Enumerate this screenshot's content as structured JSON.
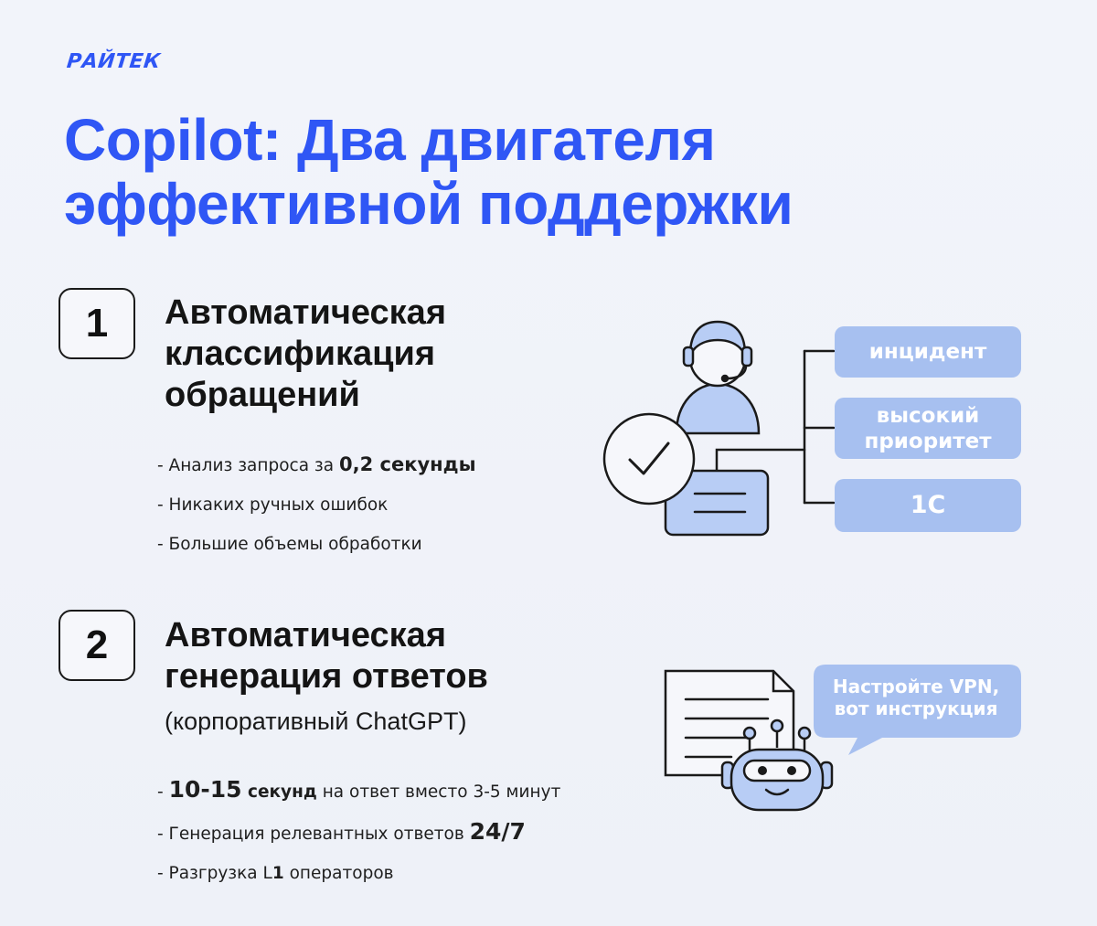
{
  "brand": {
    "logo": "РАЙТЕК"
  },
  "title": {
    "line1": "Copilot: Два двигателя",
    "line2": "эффективной поддержки"
  },
  "section1": {
    "number": "1",
    "heading": [
      "Автоматическая",
      "классификация",
      "обращений"
    ],
    "bullets": [
      {
        "prefix": "- Анализ запроса за ",
        "strong": "0,2 секунды",
        "suffix": ""
      },
      {
        "prefix": "- Никаких ручных ошибок",
        "strong": "",
        "suffix": ""
      },
      {
        "prefix": "- Большие объемы обработки",
        "strong": "",
        "suffix": ""
      }
    ],
    "tags": [
      {
        "lines": [
          "инцидент"
        ]
      },
      {
        "lines": [
          "высокий",
          "приоритет"
        ]
      },
      {
        "lines": [
          "1С"
        ]
      }
    ]
  },
  "section2": {
    "number": "2",
    "heading": [
      "Автоматическая",
      "генерация ответов"
    ],
    "subheading": "(корпоративный ChatGPT)",
    "bullets": [
      {
        "prefix": "- ",
        "big": "10-15",
        "strong": " секунд",
        "suffix": " на ответ вместо 3-5 минут"
      },
      {
        "prefix": "- Генерация релевантных ответов ",
        "big": "24/7",
        "strong": "",
        "suffix": ""
      },
      {
        "prefix": "- Разгрузка L",
        "strong": "1",
        "suffix": " операторов"
      }
    ],
    "bubble": [
      "Настройте VPN,",
      "вот инструкция"
    ]
  },
  "icons": {
    "operator": "headset-operator-icon",
    "check": "check-circle-icon",
    "ticket": "ticket-card-icon",
    "document": "document-icon",
    "robot": "robot-icon",
    "bubble": "speech-bubble-icon"
  },
  "colors": {
    "brand_blue": "#2f56f5",
    "tag_blue": "#a7c0f0",
    "illus_fill": "#b8cdf5",
    "dark": "#1a1a1a"
  }
}
